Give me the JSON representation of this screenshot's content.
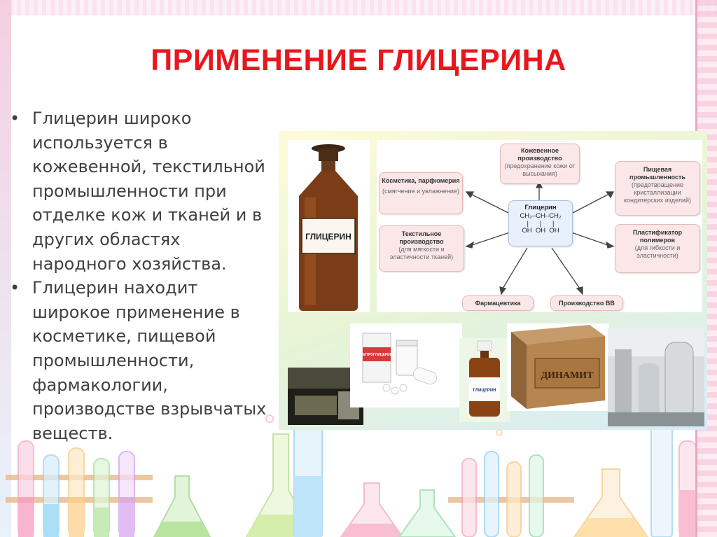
{
  "slide": {
    "title": "ПРИМЕНЕНИЕ ГЛИЦЕРИНА",
    "bullets": [
      "Глицерин широко используется в кожевенной, текстильной промышленности при отделке кож и тканей и в других областях народного хозяйства.",
      "Глицерин находит широкое применение в косметике, пищевой промышленности, фармакологии, производстве взрывчатых веществ."
    ]
  },
  "bottle_label": "ГЛИЦЕРИН",
  "diagram": {
    "center": {
      "title": "Глицерин",
      "formula_top": "CH₂–CH–CH₂",
      "formula_bonds": "|      |      |",
      "formula_bottom": "OH  OH  OH"
    },
    "leather": {
      "title": "Кожевенное производство",
      "note": "(предохранение кожи от высыхания)"
    },
    "cosmetics": {
      "title": "Косметика, парфюмерия",
      "note": "(смягчение и увлажнение)"
    },
    "food": {
      "title": "Пищевая промышленность",
      "note": "(предотвращение кристаллизации кондитерских изделий)"
    },
    "textile": {
      "title": "Текстильное производство",
      "note": "(для мягкости и эластичности тканей)"
    },
    "plastic": {
      "title": "Пластификатор полимеров",
      "note": "(для гибкости и эластичности)"
    },
    "pharma": {
      "title": "Фармацевтика"
    },
    "explosives": {
      "title": "Производство ВВ"
    }
  },
  "photos": {
    "pills_label": "НИТРОГЛИЦЕРИН",
    "small_bottle_label": "ГЛИЦЕРИН",
    "crate_label": "ДИНАМИТ"
  }
}
